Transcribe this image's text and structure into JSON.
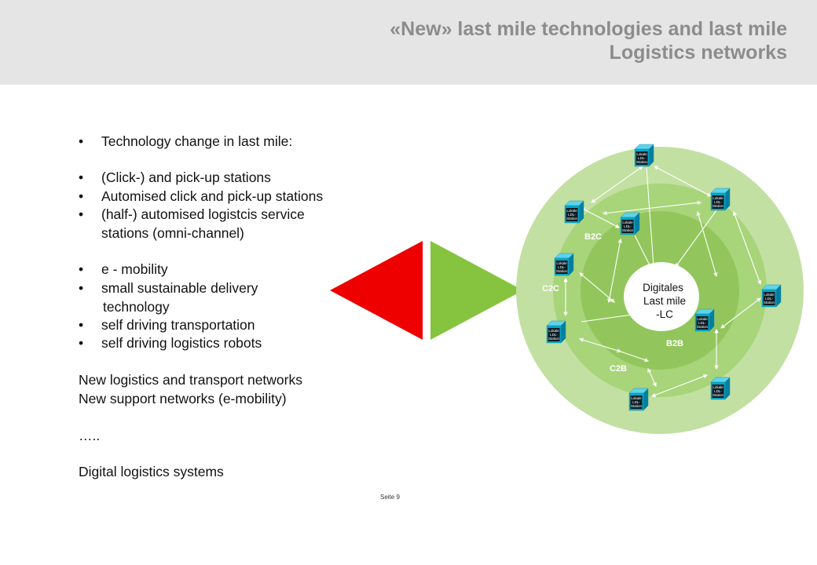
{
  "header": {
    "title_line1": "«New» last mile technologies and last mile",
    "title_line2": "Logistics networks"
  },
  "bullets": [
    {
      "marker": "•",
      "text": "Technology change in last mile:"
    },
    {
      "marker": "•",
      "text": "(Click-) and pick-up stations"
    },
    {
      "marker": "•",
      "text": "Automised click and pick-up stations"
    },
    {
      "marker": "•",
      "text": "(half-) automised logistcis service"
    },
    {
      "marker": "",
      "text": "stations (omni-channel)"
    },
    {
      "marker": "•",
      "text": "e - mobility"
    },
    {
      "marker": "•",
      "text": "small sustainable delivery"
    },
    {
      "marker": "",
      "text": "technology"
    },
    {
      "marker": "•",
      "text": "self driving transportation"
    },
    {
      "marker": "•",
      "text": "self driving logistics robots"
    }
  ],
  "plain_lines": [
    "New logistics and transport networks",
    "New support networks (e-mobility)",
    "…..",
    "Digital logistics systems"
  ],
  "diagram": {
    "center_line1": "Digitales",
    "center_line2": "Last mile",
    "center_line3": "-LC",
    "ring_labels": {
      "b2c": "B2C",
      "c2c": "C2C",
      "c2b": "C2B",
      "b2b": "B2B"
    },
    "station_label": [
      "Lokale",
      "LDL-",
      "Station"
    ],
    "colors": {
      "outer_ring": "#c2e0a1",
      "middle_ring": "#a8d47a",
      "inner_ring": "#92c65c",
      "arrow_red": "#ee0000",
      "arrow_green": "#86c440",
      "cube_front": "#00a8c8",
      "cube_top": "#5cd4ec",
      "cube_side": "#007ea0"
    }
  },
  "footer": {
    "page": "Seite 9"
  }
}
